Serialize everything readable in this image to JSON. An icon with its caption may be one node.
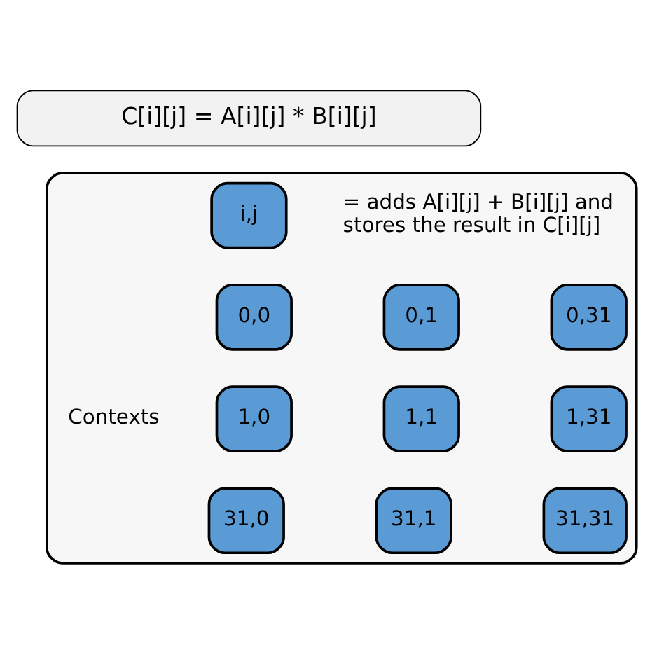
{
  "diagram": {
    "nodes": [
      {
        "text": [
          "C[i][j] = A[i][j] * B[i][j]"
        ]
      },
      {
        "text": [],
        "shape": "box"
      },
      {
        "text": [
          "i,j"
        ],
        "in": 1
      },
      {
        "text": [
          "0,0"
        ],
        "in": 1
      },
      {
        "text": [
          "0,1"
        ],
        "in": 1
      },
      {
        "text": [
          "0,31"
        ],
        "in": 1
      },
      {
        "text": [
          "1,0"
        ],
        "in": 1
      },
      {
        "text": [
          "1,1"
        ],
        "in": 1
      },
      {
        "text": [
          "1,31"
        ],
        "in": 1
      },
      {
        "text": [
          "31,0"
        ],
        "in": 1
      },
      {
        "text": [
          "31,1"
        ],
        "in": 1
      },
      {
        "text": [
          "31,31"
        ],
        "in": 1
      }
    ],
    "edges": [],
    "labels": [
      "= adds A[i][j] + B[i][j] and stores the result in C[i][j]",
      "Contexts"
    ]
  }
}
